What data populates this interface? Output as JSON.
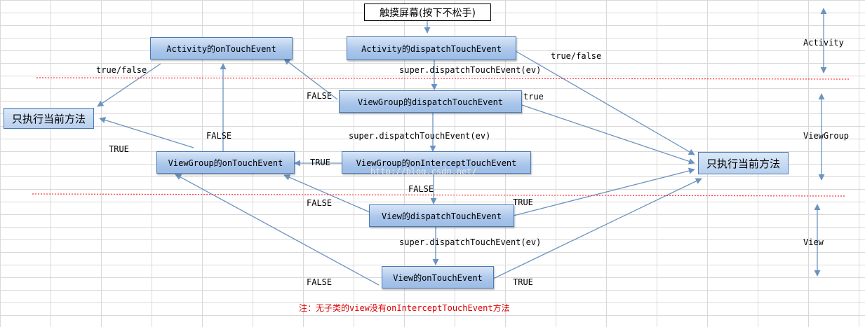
{
  "nodes": {
    "touch_screen": "触摸屏幕(按下不松手)",
    "activity_dispatch": "Activity的dispatchTouchEvent",
    "activity_ontouch": "Activity的onTouchEvent",
    "viewgroup_dispatch": "ViewGroup的dispatchTouchEvent",
    "viewgroup_intercept": "ViewGroup的onInterceptTouchEvent",
    "viewgroup_ontouch": "ViewGroup的onTouchEvent",
    "view_dispatch": "View的dispatchTouchEvent",
    "view_ontouch": "View的onTouchEvent",
    "only_current_left": "只执行当前方法",
    "only_current_right": "只执行当前方法"
  },
  "edge_labels": {
    "true_false_right": "true/false",
    "true_false_left": "true/false",
    "super_dispatch_1": "super.dispatchTouchEvent(ev)",
    "super_dispatch_2": "super.dispatchTouchEvent(ev)",
    "super_dispatch_3": "super.dispatchTouchEvent(ev)",
    "false_vg_dispatch": "FALSE",
    "true_vg_dispatch": "true",
    "false_vg_ontouch": "FALSE",
    "true_vg_ontouch": "TRUE",
    "true_intercept": "TRUE",
    "false_intercept": "FALSE",
    "false_view_dispatch": "FALSE",
    "true_view_dispatch": "TRUE",
    "false_view_ontouch": "FALSE",
    "true_view_ontouch": "TRUE"
  },
  "layers": {
    "activity": "Activity",
    "viewgroup": "ViewGroup",
    "view": "View"
  },
  "note": "注：无子类的view没有onInterceptTouchEvent方法",
  "watermark": "http://blog.csdn.net/",
  "colors": {
    "arrow": "#6b93c0",
    "divider": "#ff3333",
    "note": "#e00000"
  }
}
